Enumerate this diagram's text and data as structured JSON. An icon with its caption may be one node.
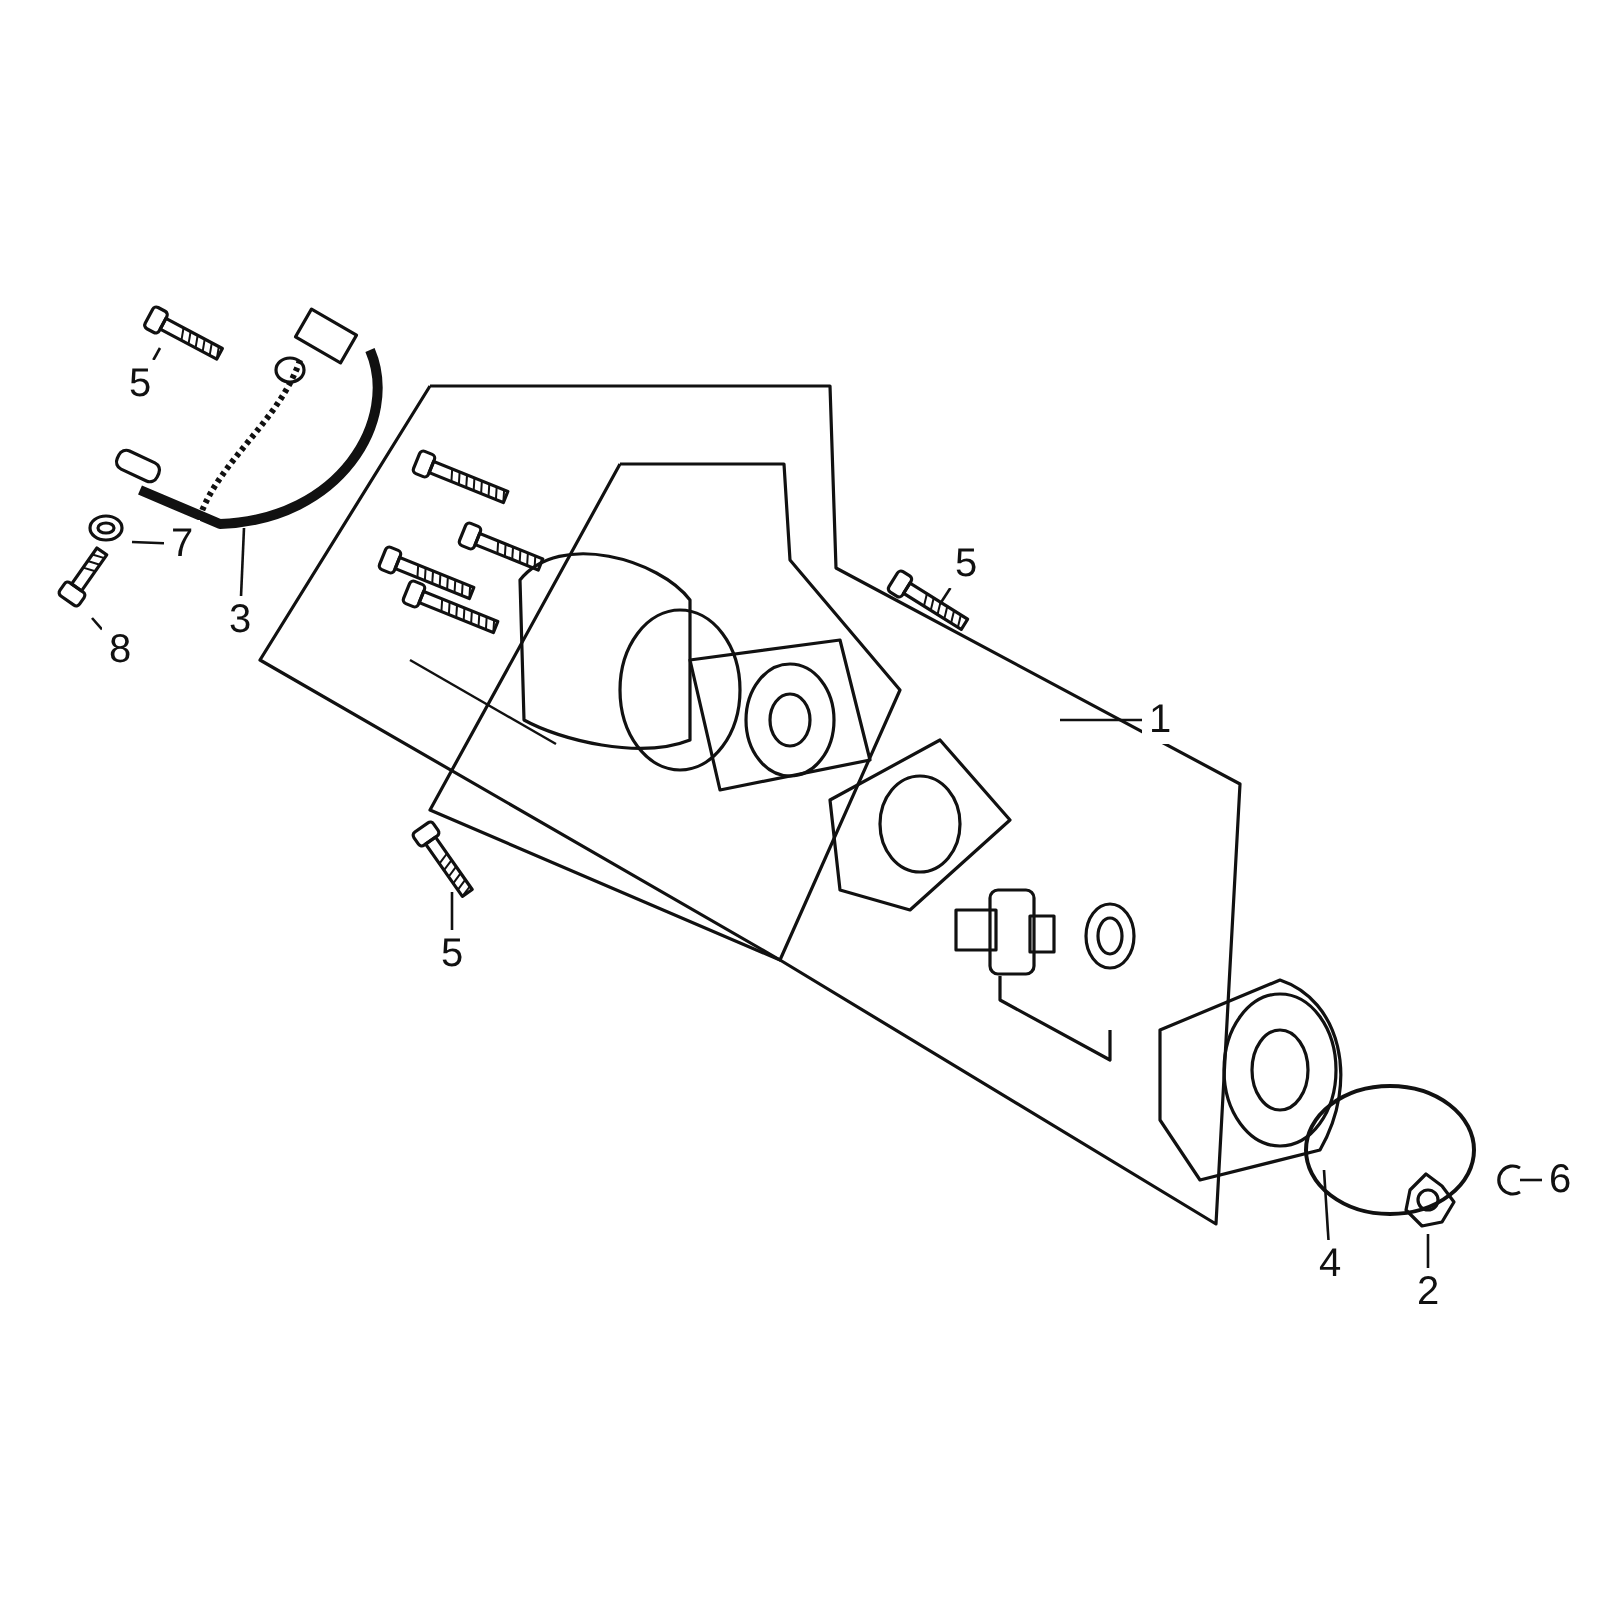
{
  "diagram": {
    "nodes": [
      {
        "text": [
          "5"
        ]
      },
      {
        "text": [
          "7"
        ]
      },
      {
        "text": [
          "5"
        ]
      },
      {
        "text": [
          "3"
        ]
      },
      {
        "text": [
          "8"
        ]
      },
      {
        "text": [
          "1"
        ]
      },
      {
        "text": [
          "5"
        ]
      },
      {
        "text": [
          "6"
        ]
      },
      {
        "text": [
          "4"
        ]
      },
      {
        "text": [
          "2"
        ]
      }
    ],
    "edges": [
      {
        "from": 0,
        "to": null,
        "arrow": "none"
      },
      {
        "from": 1,
        "to": null,
        "arrow": "none"
      },
      {
        "from": 2,
        "to": null,
        "arrow": "none"
      },
      {
        "from": 3,
        "to": null,
        "arrow": "none"
      },
      {
        "from": 4,
        "to": null,
        "arrow": "none"
      },
      {
        "from": 5,
        "to": null,
        "arrow": "none"
      },
      {
        "from": 6,
        "to": null,
        "arrow": "none"
      },
      {
        "from": 7,
        "to": null,
        "arrow": "none"
      },
      {
        "from": 8,
        "to": null,
        "arrow": "none"
      },
      {
        "from": 9,
        "to": null,
        "arrow": "none"
      }
    ]
  }
}
